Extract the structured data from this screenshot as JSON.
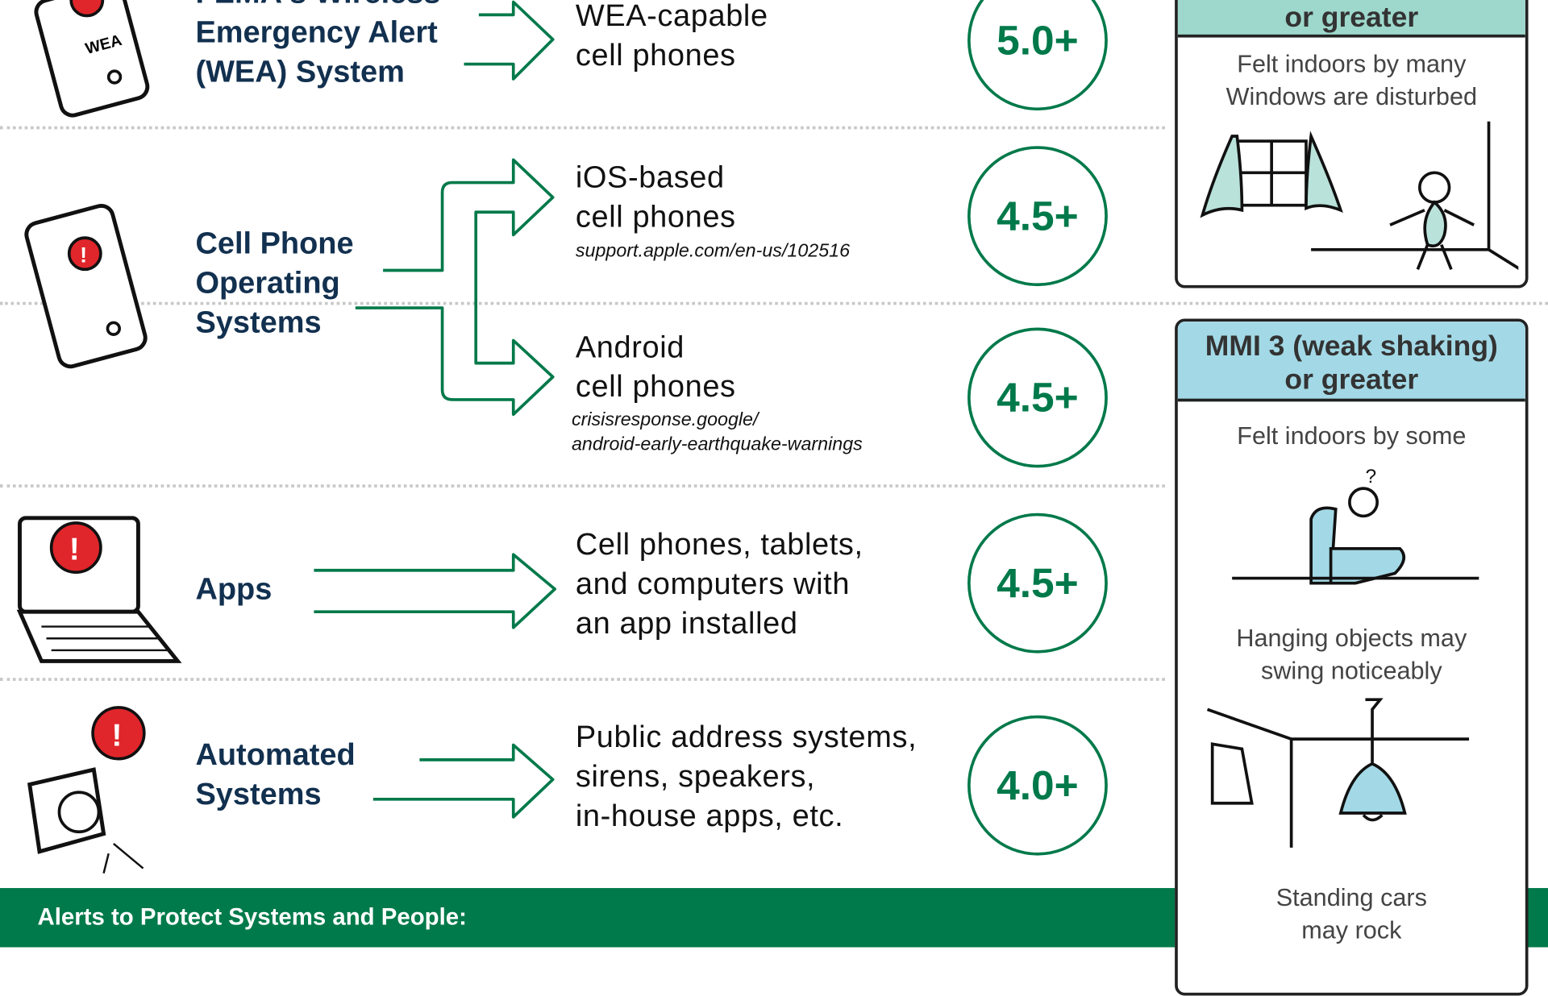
{
  "rows": [
    {
      "label_lines": [
        "FEMA's Wireless",
        "Emergency Alert",
        "(WEA) System"
      ],
      "desc_lines": [
        "WEA-capable",
        "cell phones"
      ],
      "magnitude": "5.0+"
    },
    {
      "label_lines": [
        "Cell Phone",
        "Operating",
        "Systems"
      ]
    },
    {
      "desc_lines": [
        "iOS-based",
        "cell phones"
      ],
      "url_lines": [
        "support.apple.com/en-us/102516"
      ],
      "magnitude": "4.5+"
    },
    {
      "desc_lines": [
        "Android",
        "cell phones"
      ],
      "url_lines": [
        "crisisresponse.google/",
        "android-early-earthquake-warnings"
      ],
      "magnitude": "4.5+"
    },
    {
      "label_lines": [
        "Apps"
      ],
      "desc_lines": [
        "Cell phones, tablets,",
        "and computers with",
        "an app installed"
      ],
      "magnitude": "4.5+"
    },
    {
      "label_lines": [
        "Automated",
        "Systems"
      ],
      "desc_lines": [
        "Public address systems,",
        "sirens, speakers,",
        "in-house apps, etc."
      ],
      "magnitude": "4.0+"
    }
  ],
  "wea_icon_text": "WEA",
  "mmi4": {
    "header": "or greater",
    "lines": [
      "Felt indoors by many",
      "Windows are disturbed"
    ]
  },
  "mmi3": {
    "header_lines": [
      "MMI 3 (weak shaking)",
      "or greater"
    ],
    "text1": [
      "Felt indoors by some"
    ],
    "text2": [
      "Hanging objects may",
      "swing noticeably"
    ],
    "text3": [
      "Standing cars",
      "may rock"
    ]
  },
  "footer": {
    "title": "Alerts to Protect Systems and People:"
  },
  "colors": {
    "green": "#00794a",
    "teal": "#9ed8cc",
    "blue": "#a3d9e6",
    "navy": "#12304f"
  }
}
